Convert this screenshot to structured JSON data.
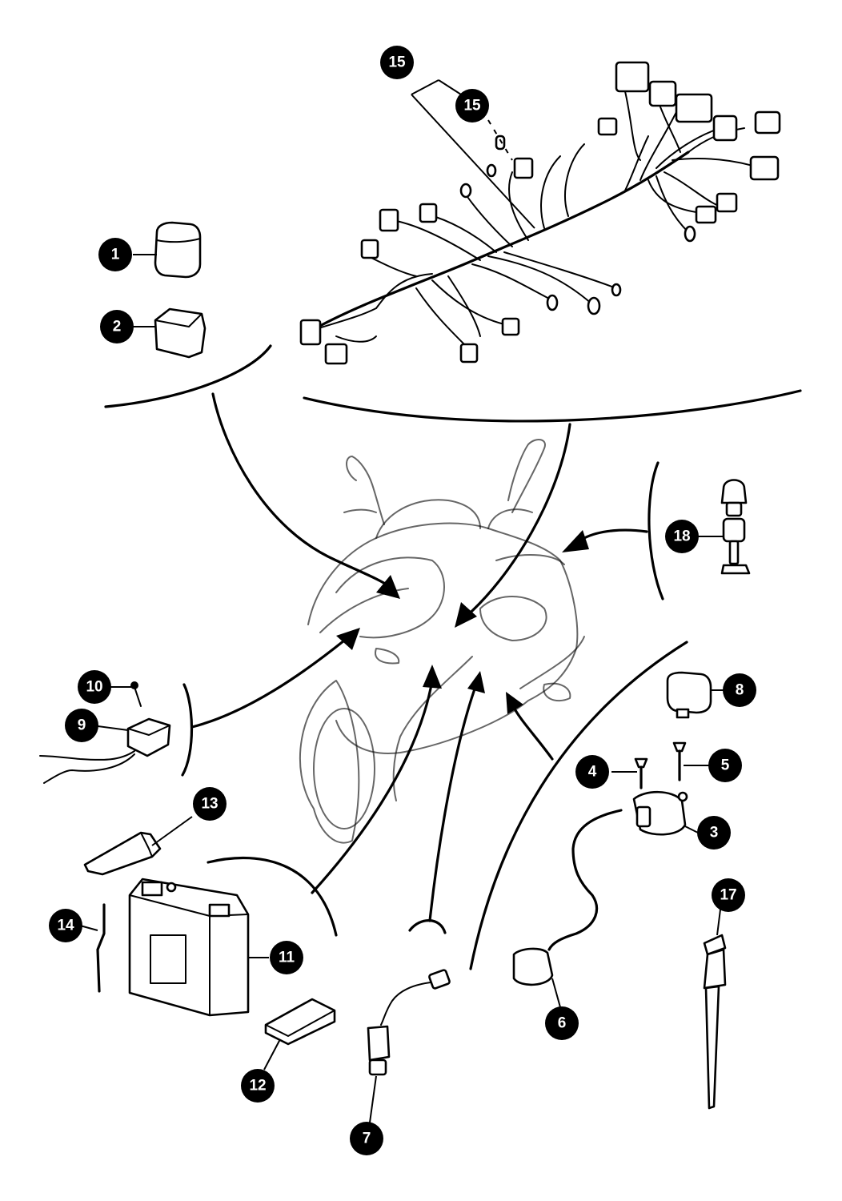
{
  "callouts": [
    {
      "id": "1",
      "label": "1"
    },
    {
      "id": "2",
      "label": "2"
    },
    {
      "id": "3",
      "label": "3"
    },
    {
      "id": "4",
      "label": "4"
    },
    {
      "id": "5",
      "label": "5"
    },
    {
      "id": "6",
      "label": "6"
    },
    {
      "id": "7",
      "label": "7"
    },
    {
      "id": "8",
      "label": "8"
    },
    {
      "id": "9",
      "label": "9"
    },
    {
      "id": "10",
      "label": "10"
    },
    {
      "id": "11",
      "label": "11"
    },
    {
      "id": "12",
      "label": "12"
    },
    {
      "id": "13",
      "label": "13"
    },
    {
      "id": "14",
      "label": "14"
    },
    {
      "id": "15a",
      "label": "15"
    },
    {
      "id": "15b",
      "label": "15"
    },
    {
      "id": "17",
      "label": "17"
    },
    {
      "id": "18",
      "label": "18"
    }
  ],
  "colors": {
    "ink": "#000000",
    "paper": "#ffffff",
    "badge_text": "#ffffff"
  }
}
